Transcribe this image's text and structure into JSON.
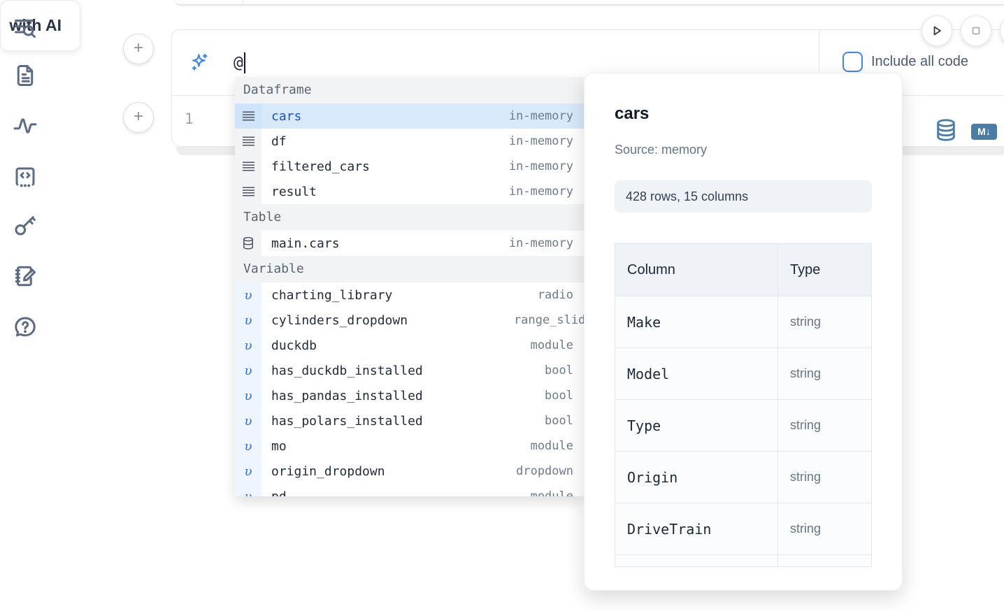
{
  "sidebar": {
    "icons": [
      "outline-search",
      "file-document",
      "activity-tracer",
      "code-snippets",
      "keys",
      "scratchpad",
      "help-chat"
    ]
  },
  "prev_cell": {
    "note": "bottom edge of previous cell"
  },
  "ai_panel": {
    "prompt_value": "@",
    "include_all_code_label": "Include all code",
    "include_all_code_checked": false,
    "sparkle_icon": "ai-sparkle-icon"
  },
  "run_controls": {
    "play_icon": "play-icon",
    "stop_icon": "stop-icon"
  },
  "cell": {
    "line_number": "1",
    "database_icon": "database-icon",
    "markdown_badge": "M↓"
  },
  "add_buttons": {
    "plus_label": "+"
  },
  "autocomplete": {
    "sections": [
      {
        "label": "Dataframe",
        "items": [
          {
            "name": "cars",
            "type": "in-memory",
            "selected": true
          },
          {
            "name": "df",
            "type": "in-memory"
          },
          {
            "name": "filtered_cars",
            "type": "in-memory"
          },
          {
            "name": "result",
            "type": "in-memory"
          }
        ]
      },
      {
        "label": "Table",
        "items": [
          {
            "name": "main.cars",
            "type": "in-memory"
          }
        ]
      },
      {
        "label": "Variable",
        "items": [
          {
            "name": "charting_library",
            "type": "radio"
          },
          {
            "name": "cylinders_dropdown",
            "type": "range_slider",
            "type_clipped": true
          },
          {
            "name": "duckdb",
            "type": "module"
          },
          {
            "name": "has_duckdb_installed",
            "type": "bool"
          },
          {
            "name": "has_pandas_installed",
            "type": "bool"
          },
          {
            "name": "has_polars_installed",
            "type": "bool"
          },
          {
            "name": "mo",
            "type": "module"
          },
          {
            "name": "origin_dropdown",
            "type": "dropdown"
          },
          {
            "name": "pd",
            "type": "module",
            "partially_visible": true
          }
        ]
      }
    ]
  },
  "preview": {
    "title": "cars",
    "source_label": "Source: memory",
    "shape_badge": "428 rows, 15 columns",
    "table": {
      "headers": {
        "column": "Column",
        "type": "Type"
      },
      "rows": [
        {
          "column": "Make",
          "type": "string"
        },
        {
          "column": "Model",
          "type": "string"
        },
        {
          "column": "Type",
          "type": "string"
        },
        {
          "column": "Origin",
          "type": "string"
        },
        {
          "column": "DriveTrain",
          "type": "string"
        }
      ]
    }
  },
  "ai_button": {
    "label": "with AI",
    "note": "left part hidden behind preview popover"
  },
  "colors": {
    "accent_blue": "#3f83f8",
    "steel_blue": "#4a7ca8",
    "selected_row_bg": "#d8e9fb",
    "sidebar_icon": "#5c6b85"
  }
}
